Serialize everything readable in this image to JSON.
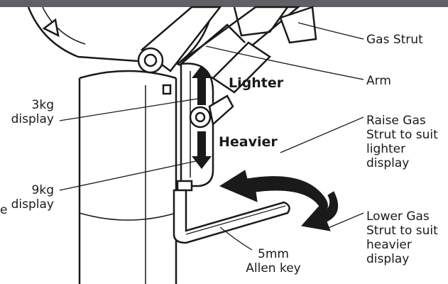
{
  "labels": {
    "gas_strut": "Gas Strut",
    "arm": "Arm",
    "lighter": "Lighter",
    "heavier": "Heavier",
    "kg3_line1": "3kg",
    "kg3_line2": "display",
    "kg9_line1": "9kg",
    "kg9_line2": "display",
    "raise_line1": "Raise Gas",
    "raise_line2": "Strut to suit",
    "raise_line3": "lighter",
    "raise_line4": "display",
    "lower_line1": "Lower Gas",
    "lower_line2": "Strut to suit",
    "lower_line3": "heavier",
    "lower_line4": "display",
    "allen_line1": "5mm",
    "allen_line2": "Allen key",
    "edge_letter": "e"
  },
  "colors": {
    "line": "#1a1a1a",
    "top_bar": "#5f6063",
    "fill_white": "#ffffff",
    "fill_grey": "#d9d9d9"
  }
}
